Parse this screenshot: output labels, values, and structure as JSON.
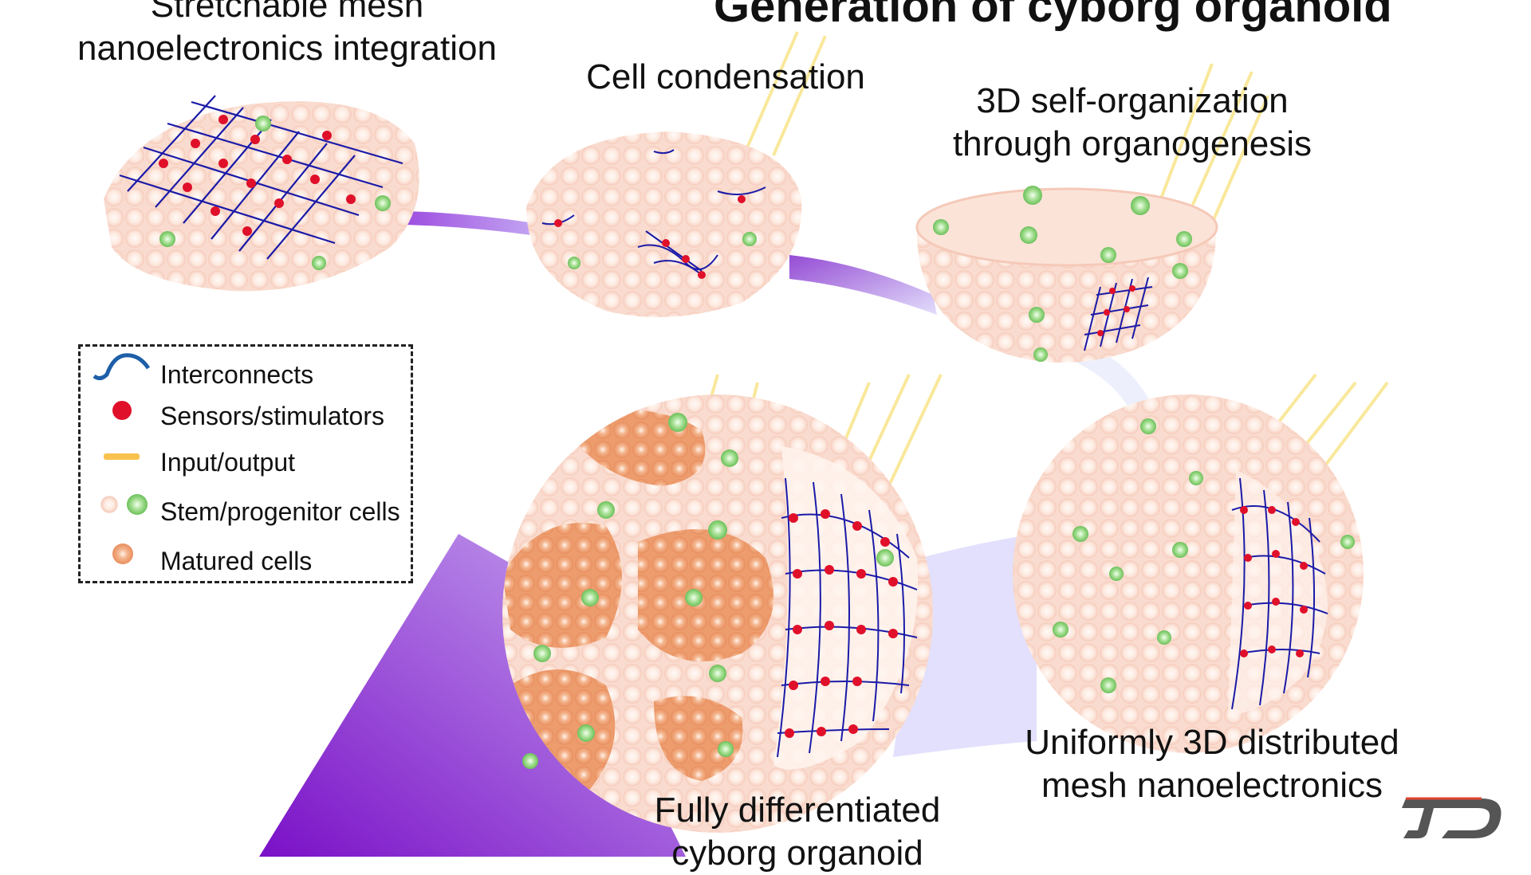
{
  "title": "Generation of cyborg organoid",
  "stages": [
    {
      "id": "mesh-integration",
      "lines": [
        "Stretchable mesh",
        "nanoelectronics integration"
      ]
    },
    {
      "id": "cell-condensation",
      "lines": [
        "Cell condensation"
      ]
    },
    {
      "id": "self-organization",
      "lines": [
        "3D self-organization",
        "through organogenesis"
      ]
    },
    {
      "id": "distributed-mesh",
      "lines": [
        "Uniformly 3D distributed",
        "mesh nanoelectronics"
      ]
    },
    {
      "id": "cyborg-organoid",
      "lines": [
        "Fully differentiated",
        "cyborg organoid"
      ]
    }
  ],
  "legend": {
    "items": [
      {
        "label": "Interconnects",
        "icon": "wave-line-icon"
      },
      {
        "label": "Sensors/stimulators",
        "icon": "red-dot-icon"
      },
      {
        "label": "Input/output",
        "icon": "yellow-bar-icon"
      },
      {
        "label": "Stem/progenitor cells",
        "icon": "stem-cell-icon"
      },
      {
        "label": "Matured cells",
        "icon": "matured-cell-icon"
      }
    ]
  },
  "colors": {
    "interconnect": "#1a1aa8",
    "sensor": "#e0102a",
    "io_line": "#f9e27a",
    "stem_cell": "#fde6dc",
    "progenitor_cell": "#9fdc8c",
    "matured_cell": "#f2a77a",
    "flow_arrow": "#8a2be2"
  }
}
